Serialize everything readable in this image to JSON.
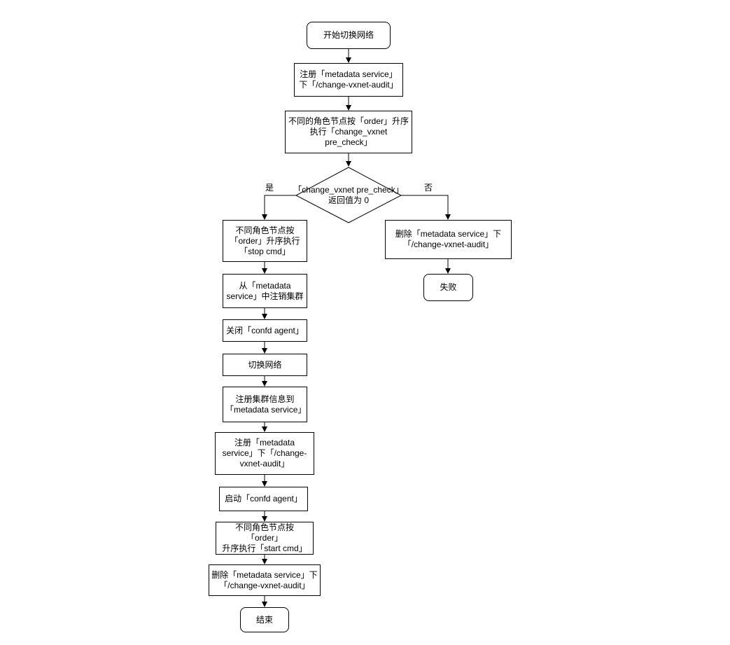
{
  "diagram": {
    "nodes": {
      "start": "开始切换网络",
      "register1": "注册「metadata service」\n下「/change-vxnet-audit」",
      "precheck": "不同的角色节点按「order」升序\n执行「change_vxnet\npre_check」",
      "decision": "「change_vxnet pre_check」\n返回值为 0",
      "stop_cmd": "不同角色节点按\n「order」升序执行\n「stop cmd」",
      "deregister": "从「metadata\nservice」中注销集群",
      "close_confd": "关闭「confd agent」",
      "switch_net": "切换网络",
      "register_cluster": "注册集群信息到\n「metadata service」",
      "register2": "注册「metadata\nservice」下「/change-\nvxnet-audit」",
      "start_confd": "启动「confd agent」",
      "start_cmd": "不同角色节点按「order」\n升序执行「start cmd」",
      "delete_left": "删除「metadata service」下\n「/change-vxnet-audit」",
      "end": "结束",
      "delete_right": "删除「metadata service」下\n「/change-vxnet-audit」",
      "fail": "失败"
    },
    "edge_labels": {
      "yes": "是",
      "no": "否"
    },
    "colors": {
      "stroke": "#000000",
      "fill": "#ffffff"
    }
  }
}
